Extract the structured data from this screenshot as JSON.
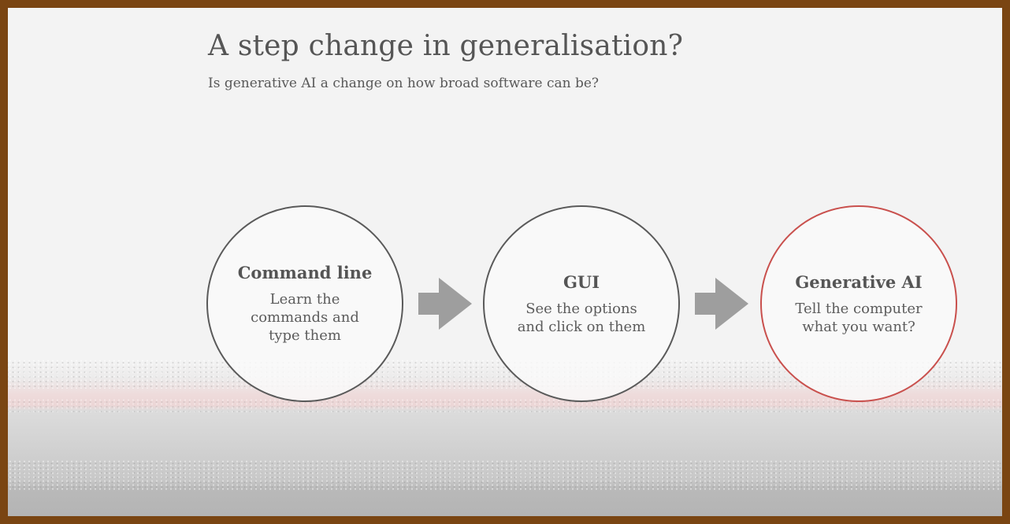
{
  "slide": {
    "title": "A step change in generalisation?",
    "subtitle": "Is generative AI a change on how broad software can be?"
  },
  "diagram": {
    "stages": [
      {
        "title": "Command line",
        "text": "Learn the commands and type them",
        "border_color": "#5a5a5a"
      },
      {
        "title": "GUI",
        "text": "See the options and click on them",
        "border_color": "#5a5a5a"
      },
      {
        "title": "Generative AI",
        "text": "Tell the computer what you want?",
        "border_color": "#c9504d"
      }
    ],
    "arrow_color": "#9e9e9e"
  }
}
